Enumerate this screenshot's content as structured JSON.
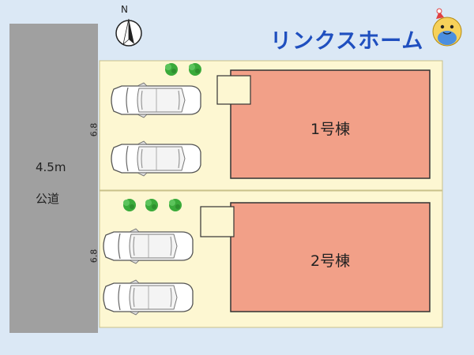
{
  "road": {
    "width_label": "4.5m",
    "name": "公道"
  },
  "north": {
    "label": "N"
  },
  "brand": {
    "name": "リンクスホーム"
  },
  "lots": [
    {
      "frontage_label": "6.8",
      "building_label": "1号棟"
    },
    {
      "frontage_label": "6.8",
      "building_label": "2号棟"
    }
  ],
  "colors": {
    "background": "#dbe8f5",
    "road": "#a0a0a0",
    "lot": "#fdf7d2",
    "building": "#f2a088",
    "brand": "#1f4fbf",
    "tree": "#3aaa3a"
  }
}
